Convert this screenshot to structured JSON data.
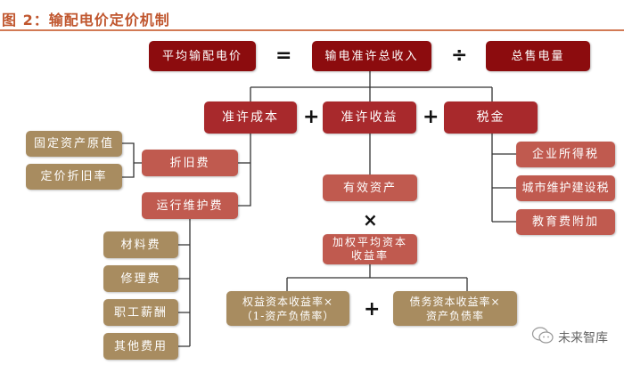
{
  "title": "图 2：输配电价定价机制",
  "colors": {
    "title": "#c0562e",
    "box_dark": "#8c0c0e",
    "box_mid": "#a8292c",
    "box_light": "#c05a4f",
    "box_tan": "#a88c60",
    "connector": "#333333"
  },
  "formula": {
    "lhs": "平均输配电价",
    "equals": "=",
    "numerator": "输电准许总收入",
    "divide": "÷",
    "denominator": "总售电量"
  },
  "components": {
    "cost": "准许成本",
    "plus1": "+",
    "return": "准许收益",
    "plus2": "+",
    "tax": "税金"
  },
  "cost_branch": {
    "depreciation": "折旧费",
    "depreciation_inputs": [
      "固定资产原值",
      "定价折旧率"
    ],
    "operation": "运行维护费",
    "operation_items": [
      "材料费",
      "修理费",
      "职工薪酬",
      "其他费用"
    ]
  },
  "return_branch": {
    "effective_assets": "有效资产",
    "times": "×",
    "wacc_line1": "加权平均资本",
    "wacc_line2": "收益率",
    "equity_line1": "权益资本收益率×",
    "equity_line2": "（1-资产负债率）",
    "plus": "+",
    "debt_line1": "债务资本收益率×",
    "debt_line2": "资产负债率"
  },
  "tax_branch": {
    "items": [
      "企业所得税",
      "城市维护建设税",
      "教育费附加"
    ]
  },
  "watermark": "未来智库"
}
